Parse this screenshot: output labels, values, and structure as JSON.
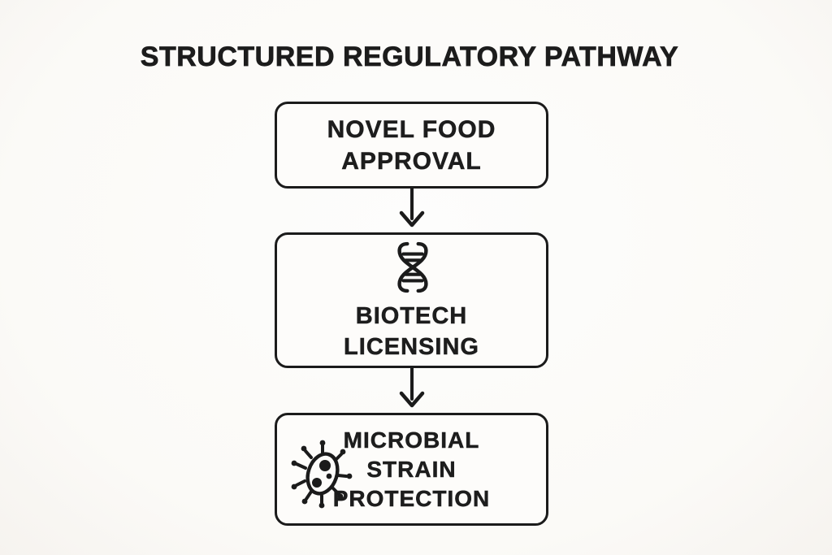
{
  "title": "STRUCTURED REGULATORY PATHWAY",
  "flow": {
    "direction": "top-down",
    "steps": [
      {
        "id": "novel-food-approval",
        "label": "NOVEL FOOD\nAPPROVAL",
        "icon": null
      },
      {
        "id": "biotech-licensing",
        "label": "BIOTECH\nLICENSING",
        "icon": "dna-icon"
      },
      {
        "id": "microbial-strain-protection",
        "label": "MICROBIAL\nSTRAIN\nPROTECTION",
        "icon": "microbe-icon"
      }
    ],
    "connectors": [
      {
        "from": "novel-food-approval",
        "to": "biotech-licensing",
        "type": "arrow-down"
      },
      {
        "from": "biotech-licensing",
        "to": "microbial-strain-protection",
        "type": "arrow-down"
      }
    ]
  },
  "colors": {
    "ink": "#1b1b1b",
    "background": "#fbfaf7",
    "box_fill": "#fdfcfa"
  }
}
